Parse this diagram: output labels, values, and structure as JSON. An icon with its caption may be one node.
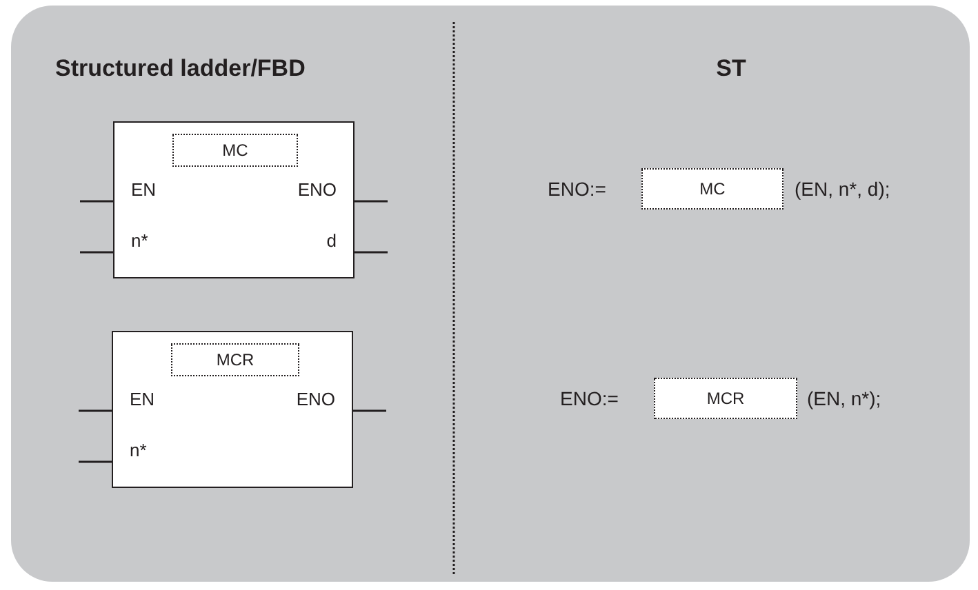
{
  "diagram": {
    "nodes": [
      {
        "text": [
          "EN",
          "ENO",
          "n*",
          "d"
        ]
      },
      {
        "text": [
          "MC"
        ],
        "in": 0
      },
      {
        "text": [
          "EN",
          "ENO",
          "n*"
        ]
      },
      {
        "text": [
          "MCR"
        ],
        "in": 2
      },
      {
        "text": [
          "MC"
        ]
      },
      {
        "text": [
          "MCR"
        ]
      }
    ],
    "edges": [
      {
        "from": null,
        "to": 0,
        "arrow": "none"
      },
      {
        "from": null,
        "to": 0,
        "arrow": "none"
      },
      {
        "from": 0,
        "to": null,
        "arrow": "none"
      },
      {
        "from": 0,
        "to": null,
        "arrow": "none"
      },
      {
        "from": null,
        "to": 2,
        "arrow": "none"
      },
      {
        "from": null,
        "to": 2,
        "arrow": "none"
      },
      {
        "from": 2,
        "to": null,
        "arrow": "none"
      }
    ],
    "labels": [
      "Structured ladder/FBD",
      "ST",
      "ENO:=",
      "(EN, n*, d);",
      "ENO:=",
      "(EN, n*);"
    ]
  }
}
